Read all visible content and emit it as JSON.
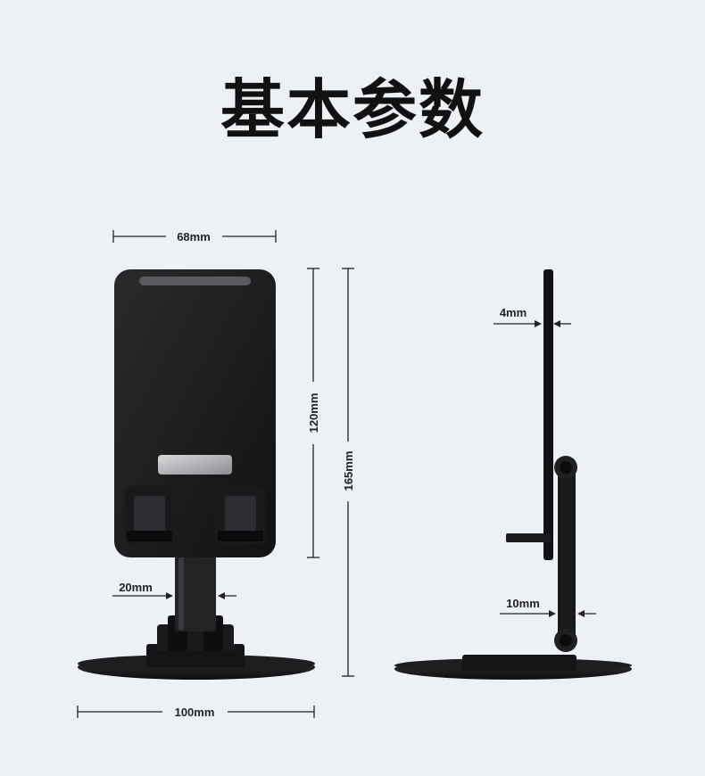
{
  "title": "基本参数",
  "dimensions": {
    "width": "68mm",
    "height": "120mm",
    "total_height": "165mm",
    "base_width": "100mm",
    "stem_width": "20mm",
    "plate_thickness": "4mm",
    "side_stem": "10mm"
  },
  "colors": {
    "background": "#edf1f6",
    "product": "#1c1c1e",
    "accent": "#8a8a8e"
  }
}
